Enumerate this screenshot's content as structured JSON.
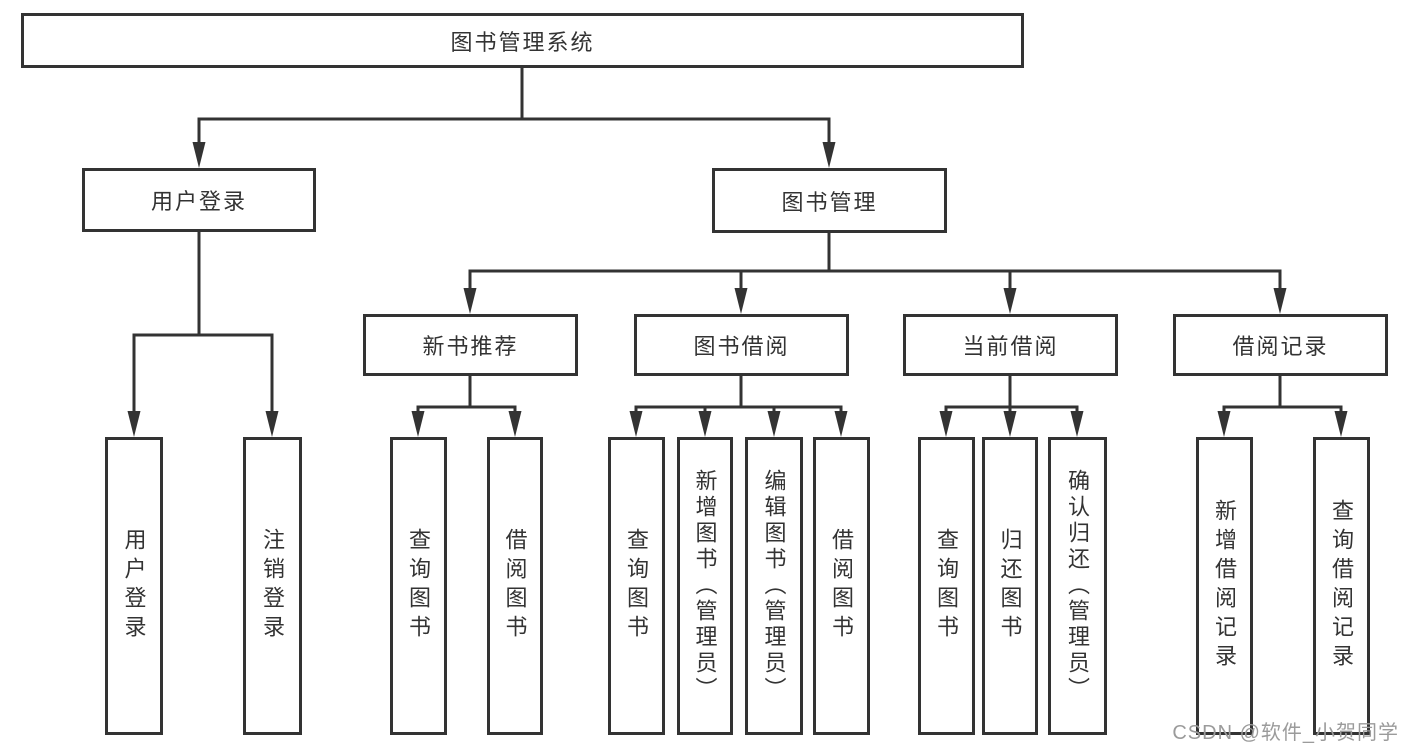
{
  "diagram": {
    "title": "图书管理系统",
    "level2": [
      {
        "id": "user-login",
        "label": "用户登录"
      },
      {
        "id": "book-management",
        "label": "图书管理"
      }
    ],
    "level3": [
      {
        "id": "new-book-recommend",
        "label": "新书推荐",
        "parent": "book-management"
      },
      {
        "id": "book-borrow",
        "label": "图书借阅",
        "parent": "book-management"
      },
      {
        "id": "current-borrow",
        "label": "当前借阅",
        "parent": "book-management"
      },
      {
        "id": "borrow-record",
        "label": "借阅记录",
        "parent": "book-management"
      }
    ],
    "leaves": [
      {
        "id": "user-login-leaf",
        "label": "用户登录",
        "parent": "user-login"
      },
      {
        "id": "logout",
        "label": "注销登录",
        "parent": "user-login"
      },
      {
        "id": "query-book-1",
        "label": "查询图书",
        "parent": "new-book-recommend"
      },
      {
        "id": "borrow-book-1",
        "label": "借阅图书",
        "parent": "new-book-recommend"
      },
      {
        "id": "query-book-2",
        "label": "查询图书",
        "parent": "book-borrow"
      },
      {
        "id": "add-book-admin",
        "label": "新增图书（管理员）",
        "parent": "book-borrow"
      },
      {
        "id": "edit-book-admin",
        "label": "编辑图书（管理员）",
        "parent": "book-borrow"
      },
      {
        "id": "borrow-book-2",
        "label": "借阅图书",
        "parent": "book-borrow"
      },
      {
        "id": "query-book-3",
        "label": "查询图书",
        "parent": "current-borrow"
      },
      {
        "id": "return-book",
        "label": "归还图书",
        "parent": "current-borrow"
      },
      {
        "id": "confirm-return-admin",
        "label": "确认归还（管理员）",
        "parent": "current-borrow"
      },
      {
        "id": "add-borrow-record",
        "label": "新增借阅记录",
        "parent": "borrow-record"
      },
      {
        "id": "query-borrow-record",
        "label": "查询借阅记录",
        "parent": "borrow-record"
      }
    ]
  },
  "watermark": "CSDN @软件_小贺同学",
  "colors": {
    "line": "#333333",
    "background": "#ffffff",
    "watermark": "#9b9b9b"
  }
}
